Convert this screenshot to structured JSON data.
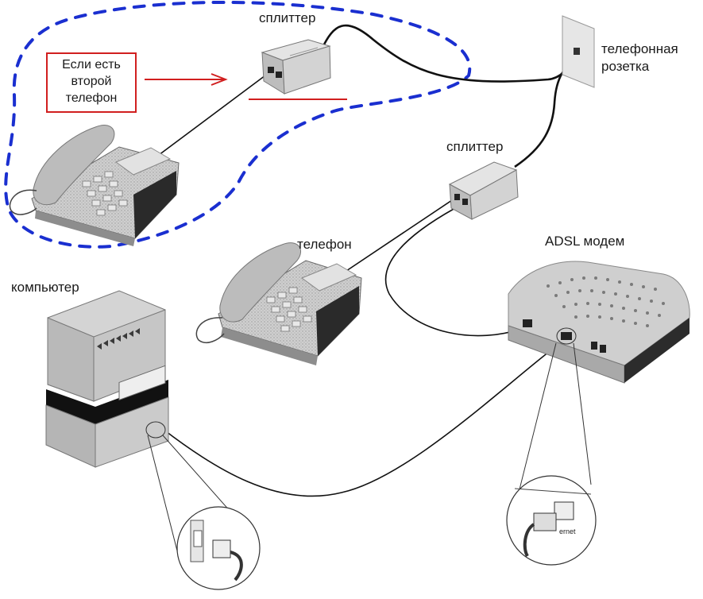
{
  "labels": {
    "splitter_top": "сплиттер",
    "phone_jack": [
      "телефонная",
      "розетка"
    ],
    "splitter_mid": "сплиттер",
    "phone": "телефон",
    "adsl_modem": "ADSL модем",
    "computer": "компьютер"
  },
  "note": [
    "Если есть",
    "второй",
    "телефон"
  ],
  "port_zoom_label": "ernet",
  "colors": {
    "dashed_outline": "#1a2fd0",
    "note_border": "#d11f1f",
    "arrow": "#d11f1f",
    "device_gray": "#c8c8c8",
    "cable": "#111111"
  }
}
